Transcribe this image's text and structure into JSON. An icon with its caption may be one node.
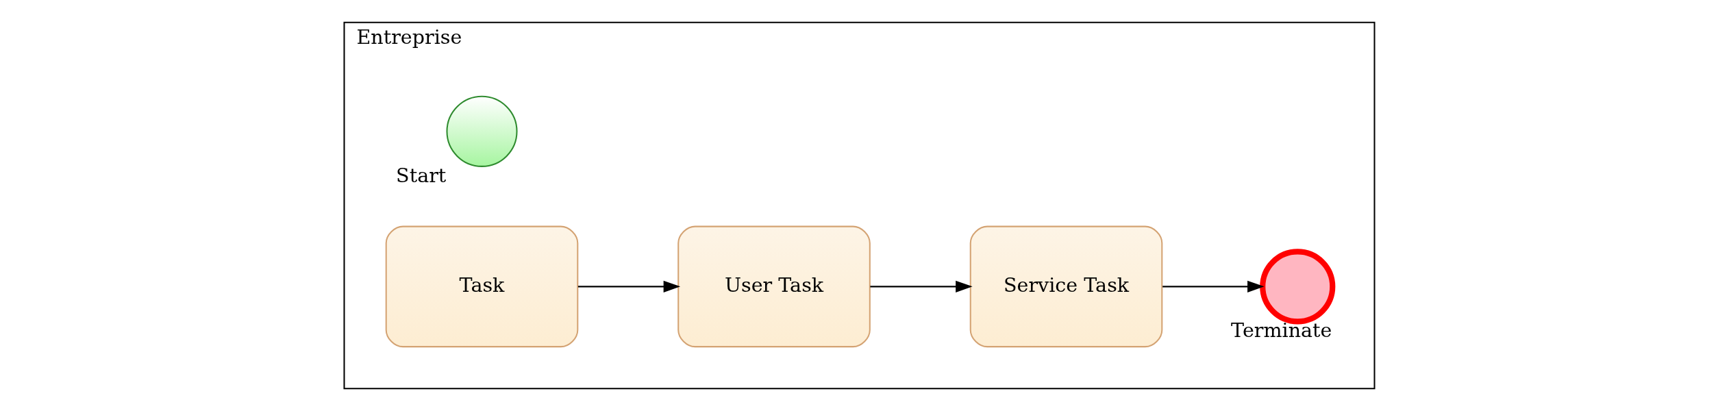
{
  "diagram": {
    "nodes": [
      {
        "text": [
          "Entreprise"
        ]
      },
      {
        "text": [],
        "shape": "circle",
        "beside": [
          "Start"
        ],
        "in": 0
      },
      {
        "text": [
          "Task"
        ],
        "in": 0
      },
      {
        "text": [
          "User Task"
        ],
        "in": 0
      },
      {
        "text": [
          "Service Task"
        ],
        "in": 0
      },
      {
        "text": [],
        "shape": "circle",
        "beside": [
          "Terminate"
        ],
        "in": 0
      }
    ],
    "edges": [
      {
        "from": 2,
        "to": 3,
        "arrow": "to"
      },
      {
        "from": 3,
        "to": 4,
        "arrow": "to"
      },
      {
        "from": 4,
        "to": 5,
        "arrow": "to"
      }
    ]
  }
}
